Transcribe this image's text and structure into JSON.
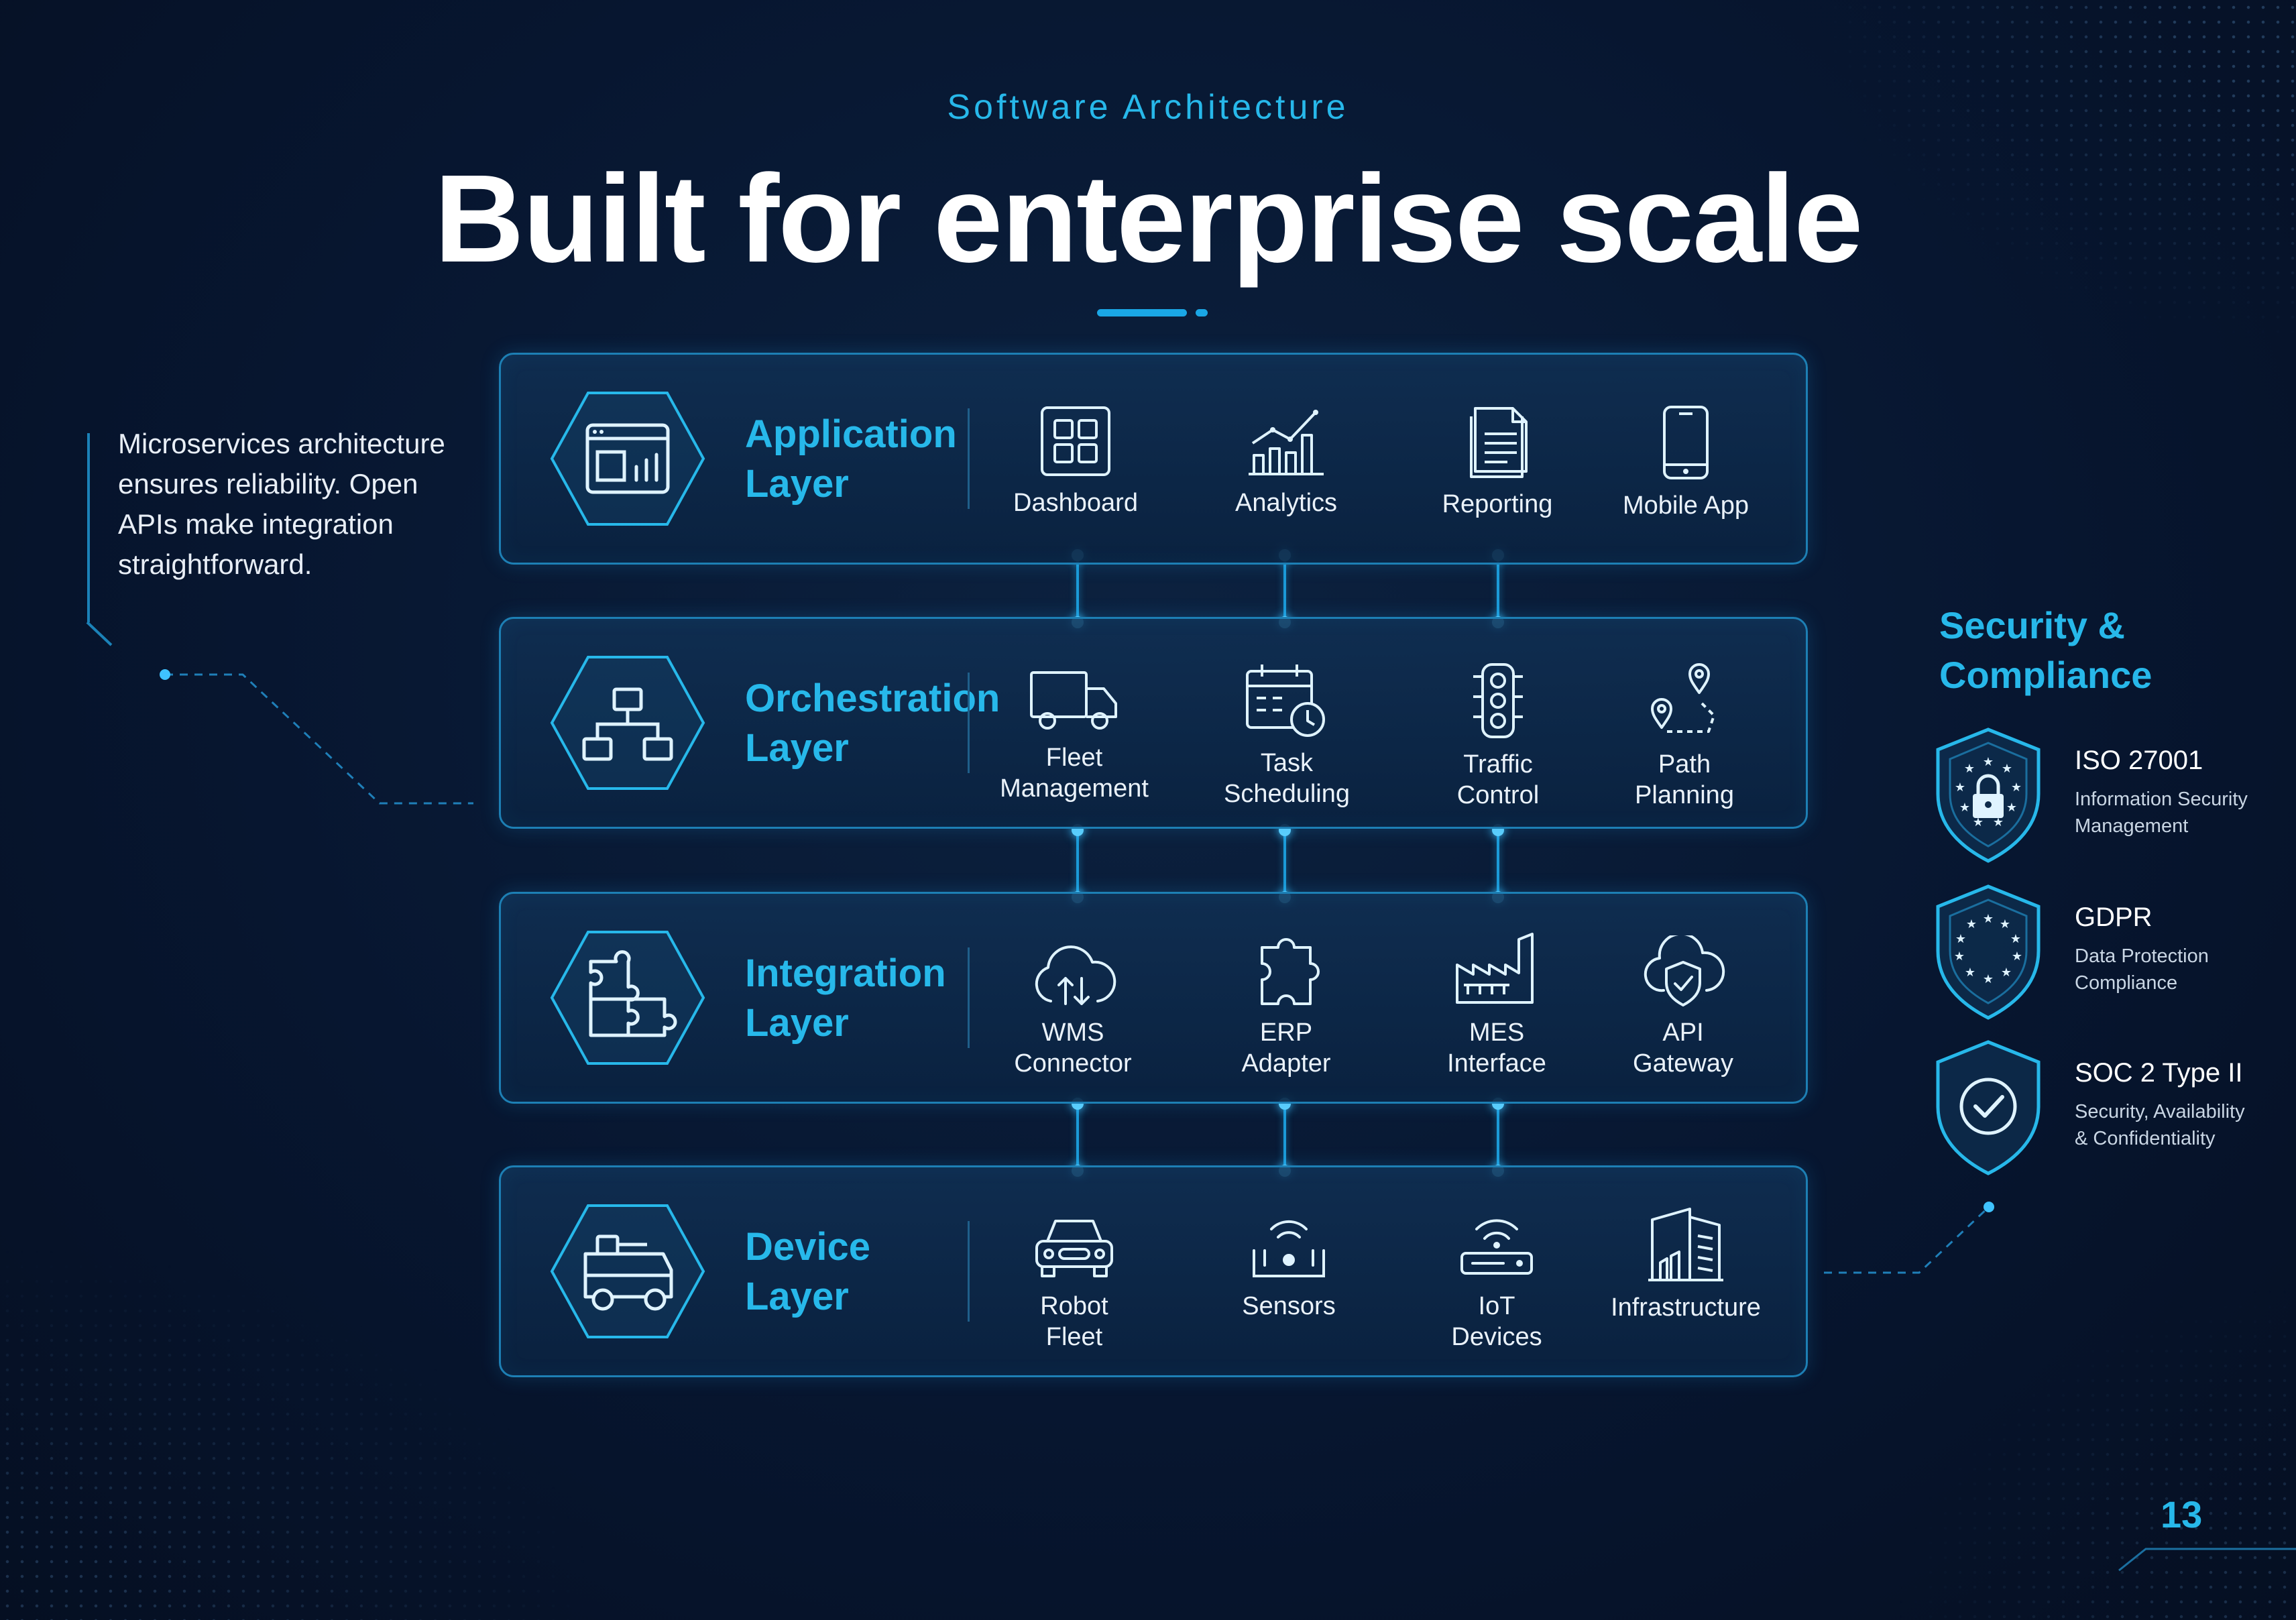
{
  "header": {
    "eyebrow": "Software Architecture",
    "title": "Built for enterprise scale"
  },
  "intro": {
    "text": "Microservices architecture ensures reliability. Open APIs make integration straightforward."
  },
  "layers": [
    {
      "name_line1": "Application",
      "name_line2": "Layer",
      "icon": "app-window-chart-icon",
      "items": [
        {
          "label_line1": "Dashboard",
          "label_line2": "",
          "icon": "grid-dashboard-icon"
        },
        {
          "label_line1": "Analytics",
          "label_line2": "",
          "icon": "bar-chart-icon"
        },
        {
          "label_line1": "Reporting",
          "label_line2": "",
          "icon": "document-report-icon"
        },
        {
          "label_line1": "Mobile App",
          "label_line2": "",
          "icon": "smartphone-icon"
        }
      ]
    },
    {
      "name_line1": "Orchestration",
      "name_line2": "Layer",
      "icon": "hierarchy-icon",
      "items": [
        {
          "label_line1": "Fleet",
          "label_line2": "Management",
          "icon": "truck-icon"
        },
        {
          "label_line1": "Task",
          "label_line2": "Scheduling",
          "icon": "calendar-clock-icon"
        },
        {
          "label_line1": "Traffic",
          "label_line2": "Control",
          "icon": "traffic-light-icon"
        },
        {
          "label_line1": "Path",
          "label_line2": "Planning",
          "icon": "route-pins-icon"
        }
      ]
    },
    {
      "name_line1": "Integration",
      "name_line2": "Layer",
      "icon": "puzzle-pieces-icon",
      "items": [
        {
          "label_line1": "WMS",
          "label_line2": "Connector",
          "icon": "cloud-sync-icon"
        },
        {
          "label_line1": "ERP",
          "label_line2": "Adapter",
          "icon": "puzzle-piece-icon"
        },
        {
          "label_line1": "MES",
          "label_line2": "Interface",
          "icon": "factory-icon"
        },
        {
          "label_line1": "API",
          "label_line2": "Gateway",
          "icon": "cloud-shield-icon"
        }
      ]
    },
    {
      "name_line1": "Device",
      "name_line2": "Layer",
      "icon": "robot-vehicle-icon",
      "items": [
        {
          "label_line1": "Robot",
          "label_line2": "Fleet",
          "icon": "robot-car-icon"
        },
        {
          "label_line1": "Sensors",
          "label_line2": "",
          "icon": "sensor-wifi-icon"
        },
        {
          "label_line1": "IoT",
          "label_line2": "Devices",
          "icon": "router-icon"
        },
        {
          "label_line1": "Infrastructure",
          "label_line2": "",
          "icon": "building-icon"
        }
      ]
    }
  ],
  "security": {
    "title_line1": "Security &",
    "title_line2": "Compliance",
    "badges": [
      {
        "name": "ISO 27001",
        "desc_line1": "Information Security",
        "desc_line2": "Management",
        "icon": "shield-lock-stars-icon"
      },
      {
        "name": "GDPR",
        "desc_line1": "Data Protection",
        "desc_line2": "Compliance",
        "icon": "shield-eu-stars-icon"
      },
      {
        "name": "SOC 2 Type II",
        "desc_line1": "Security, Availability",
        "desc_line2": "& Confidentiality",
        "icon": "shield-check-icon"
      }
    ]
  },
  "page": {
    "number": "13"
  },
  "colors": {
    "accent": "#27b8ea",
    "line": "#1d7fb4",
    "background": "#071630",
    "text": "#ffffff"
  }
}
